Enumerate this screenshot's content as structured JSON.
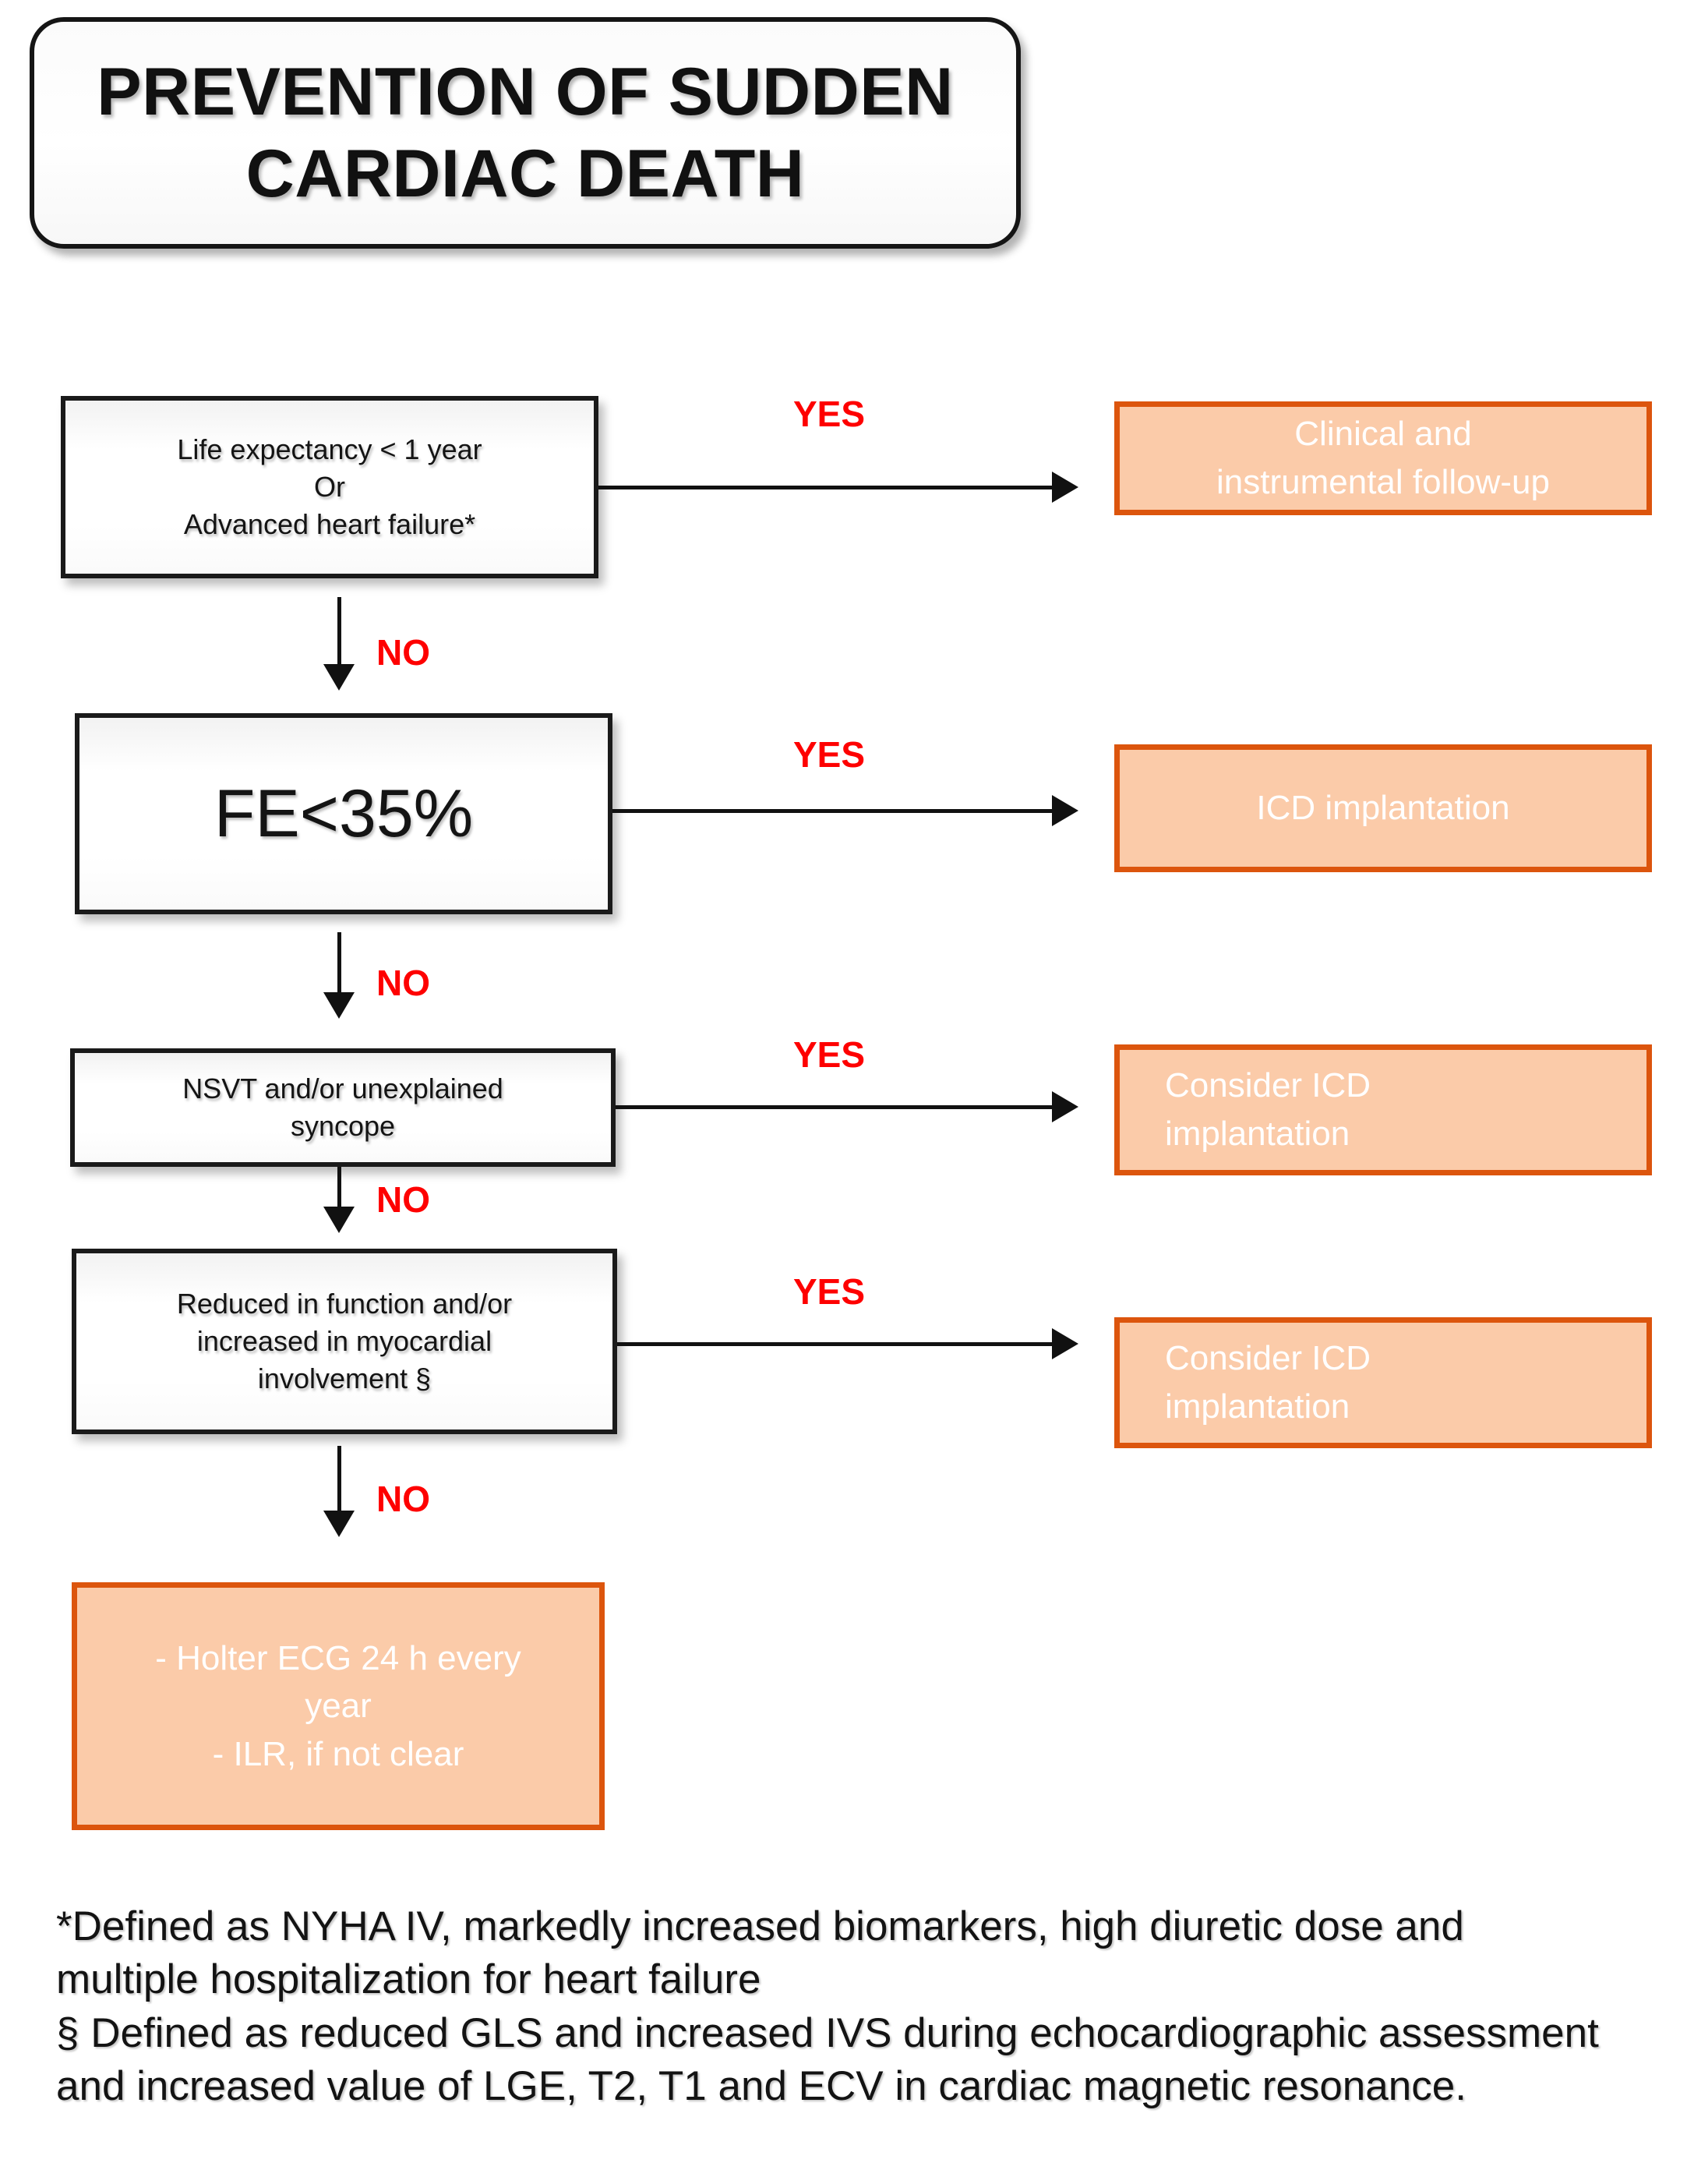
{
  "title": {
    "text": "PREVENTION OF SUDDEN\nCARDIAC DEATH"
  },
  "colors": {
    "outcome_fill": "#FBCBA9",
    "outcome_border": "#DC550D",
    "branch_label": "#FE0000",
    "decision_border": "#1A1A1A",
    "connector": "#111111",
    "outcome_text": "#FFFFFF"
  },
  "flow": {
    "decisions": [
      {
        "id": "life-expectancy",
        "text": "Life expectancy < 1 year\nOr\nAdvanced heart failure*"
      },
      {
        "id": "ejection-fraction",
        "text": "FE<35%"
      },
      {
        "id": "nsvt-syncope",
        "text": "NSVT and/or unexplained\nsyncope"
      },
      {
        "id": "myocardial-involvement",
        "text": "Reduced  in function and/or\nincreased in myocardial\ninvolvement §"
      }
    ],
    "outcomes": [
      {
        "id": "clinical-followup",
        "text": "Clinical and\ninstrumental follow-up",
        "align": "center"
      },
      {
        "id": "icd-implantation",
        "text": "ICD implantation",
        "align": "center"
      },
      {
        "id": "consider-icd-1",
        "text": "Consider ICD\nimplantation",
        "align": "left"
      },
      {
        "id": "consider-icd-2",
        "text": "Consider ICD\nimplantation",
        "align": "left"
      },
      {
        "id": "holter-ilr",
        "text": "- Holter ECG 24 h every\nyear\n- ILR, if not clear",
        "align": "center"
      }
    ],
    "branch_labels": {
      "yes": "YES",
      "no": "NO"
    }
  },
  "footnotes": {
    "asterisk": "*Defined as NYHA IV, markedly increased biomarkers, high diuretic dose and\nmultiple hospitalization for heart failure",
    "section": "§ Defined as reduced GLS and increased IVS during echocardiographic assessment\nand increased value of LGE, T2, T1 and ECV in cardiac magnetic resonance."
  }
}
